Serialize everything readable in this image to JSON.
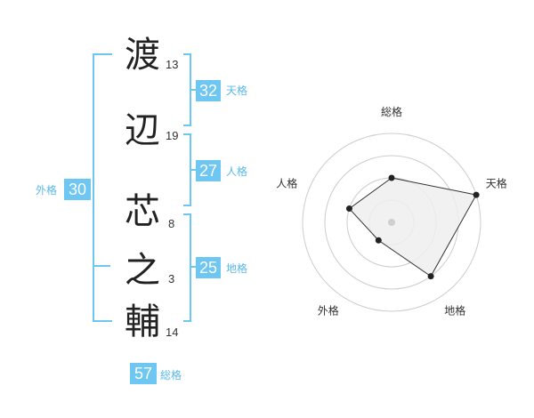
{
  "name": {
    "chars": [
      {
        "char": "渡",
        "strokes": "13"
      },
      {
        "char": "辺",
        "strokes": "19"
      },
      {
        "char": "芯",
        "strokes": "8"
      },
      {
        "char": "之",
        "strokes": "3"
      },
      {
        "char": "輔",
        "strokes": "14"
      }
    ]
  },
  "kakusu": {
    "tenkaku": {
      "value": "32",
      "label": "天格"
    },
    "jinkaku": {
      "value": "27",
      "label": "人格"
    },
    "chikaku": {
      "value": "25",
      "label": "地格"
    },
    "gaikaku": {
      "value": "30",
      "label": "外格"
    },
    "soukaku": {
      "value": "57",
      "label": "総格"
    }
  },
  "colors": {
    "accent": "#6ec6f2",
    "radar_fill": "#eeeeee",
    "radar_line": "#333333"
  },
  "chart_data": {
    "type": "radar",
    "axes": [
      "総格",
      "天格",
      "地格",
      "外格",
      "人格"
    ],
    "values": [
      3,
      5,
      4,
      2,
      3
    ],
    "scale_max": 5,
    "rings": 4
  }
}
